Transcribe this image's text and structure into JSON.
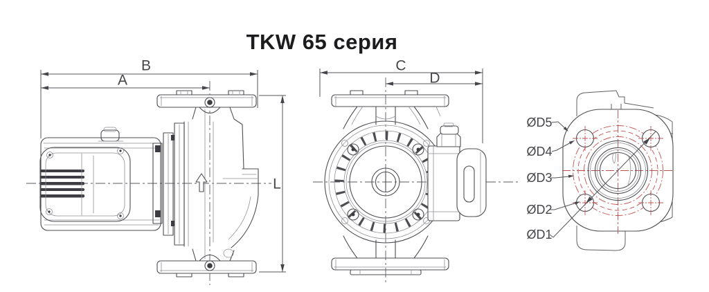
{
  "title": "TKW 65 серия",
  "drawing": {
    "side_view": {
      "dim_a": "A",
      "dim_b": "B",
      "dim_l": "L"
    },
    "front_view": {
      "dim_c": "C",
      "dim_d": "D"
    },
    "flange_view": {
      "labels": [
        "ØD5",
        "ØD4",
        "ØD3",
        "ØD2",
        "ØD1"
      ]
    }
  },
  "colors": {
    "line_gray": "#4d4d52",
    "accent_red": "#c0504d",
    "dim_text": "#46464a",
    "title_text": "#1c1c1e",
    "background": "#ffffff"
  }
}
